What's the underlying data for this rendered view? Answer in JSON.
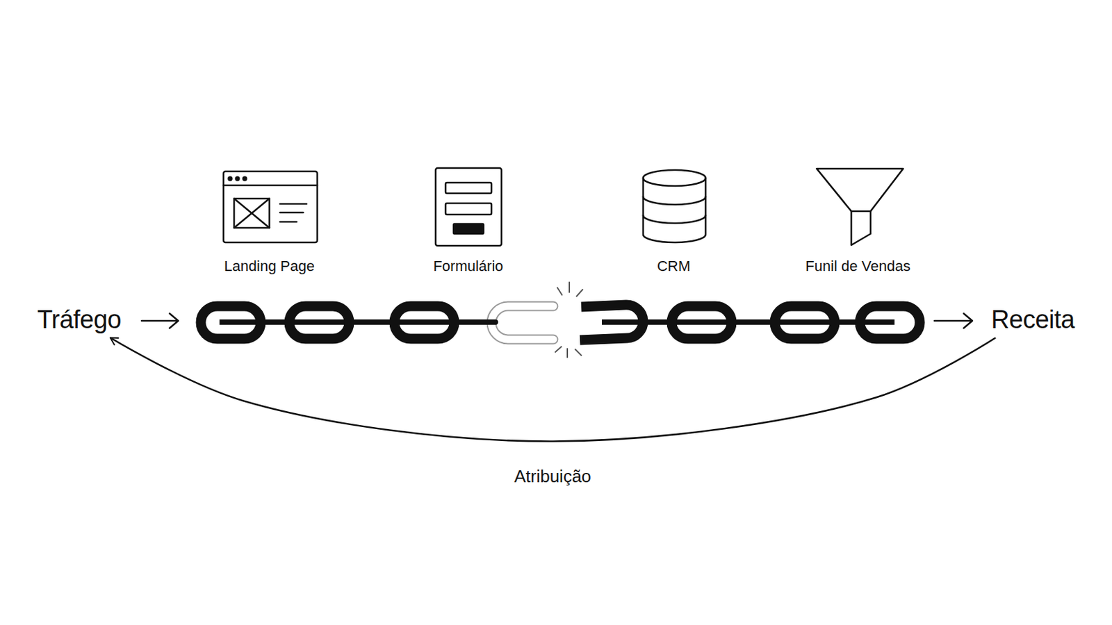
{
  "diagram": {
    "nodes": [
      {
        "text": [
          "Tráfego"
        ]
      },
      {
        "text": [
          "Receita"
        ]
      }
    ],
    "edges": [
      {
        "from": 1,
        "to": 0,
        "arrow": "to",
        "label": "Atribuição"
      }
    ],
    "labels": [
      "Landing Page",
      "Formulário",
      "CRM",
      "Funil de Vendas"
    ]
  }
}
